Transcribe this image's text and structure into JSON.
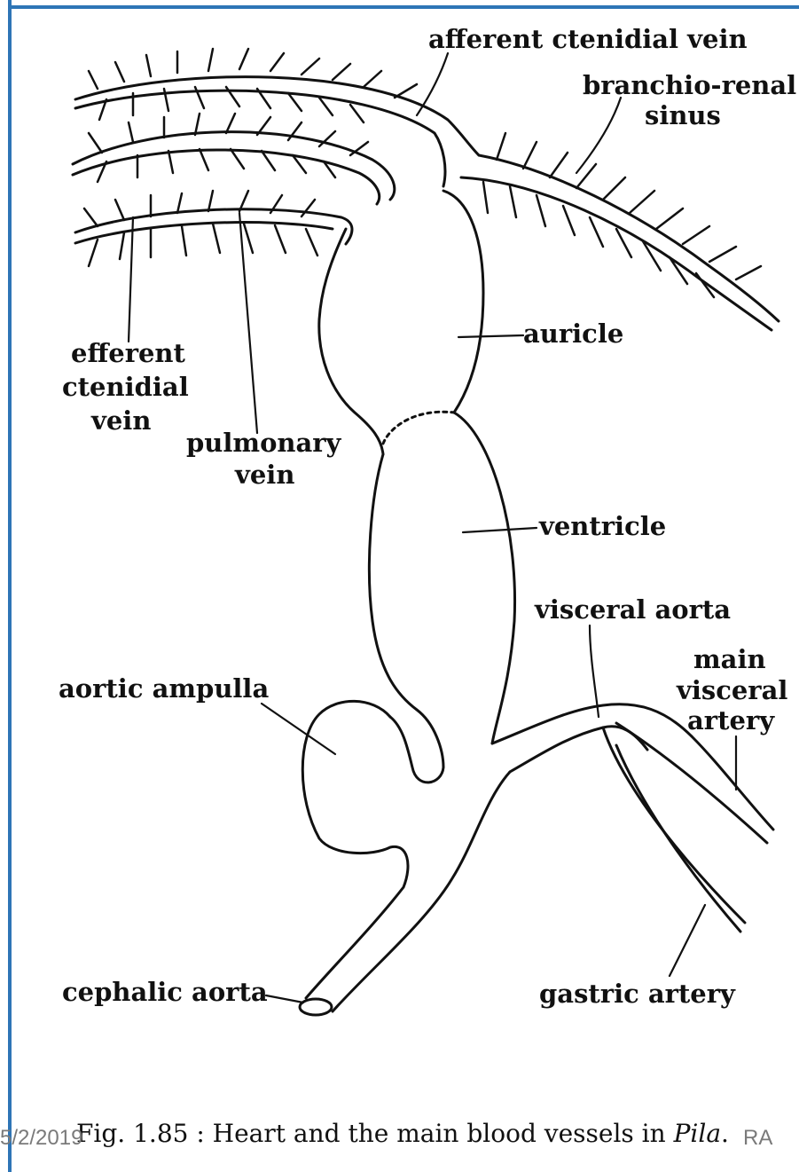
{
  "colors": {
    "border": "#2e75b6",
    "ink": "#111111",
    "footer": "#7a7a7a"
  },
  "labels": {
    "afferent_ctenidial_vein": "afferent ctenidial vein",
    "branchio_renal_line1": "branchio-renal",
    "branchio_renal_line2": "sinus",
    "efferent_line1": "efferent",
    "efferent_line2": "ctenidial",
    "efferent_line3": "vein",
    "auricle": "auricle",
    "pulmonary_line1": "pulmonary",
    "pulmonary_line2": "vein",
    "ventricle": "ventricle",
    "visceral_aorta": "visceral aorta",
    "main_visceral_line1": "main",
    "main_visceral_line2": "visceral",
    "main_visceral_line3": "artery",
    "aortic_ampulla": "aortic ampulla",
    "cephalic_aorta": "cephalic aorta",
    "gastric_artery": "gastric artery"
  },
  "caption": {
    "prefix": "Fig. 1.85 : Heart and the main blood vessels in ",
    "italic": "Pila",
    "suffix": "."
  },
  "footer": {
    "date": "5/2/2019",
    "author": "RA"
  }
}
